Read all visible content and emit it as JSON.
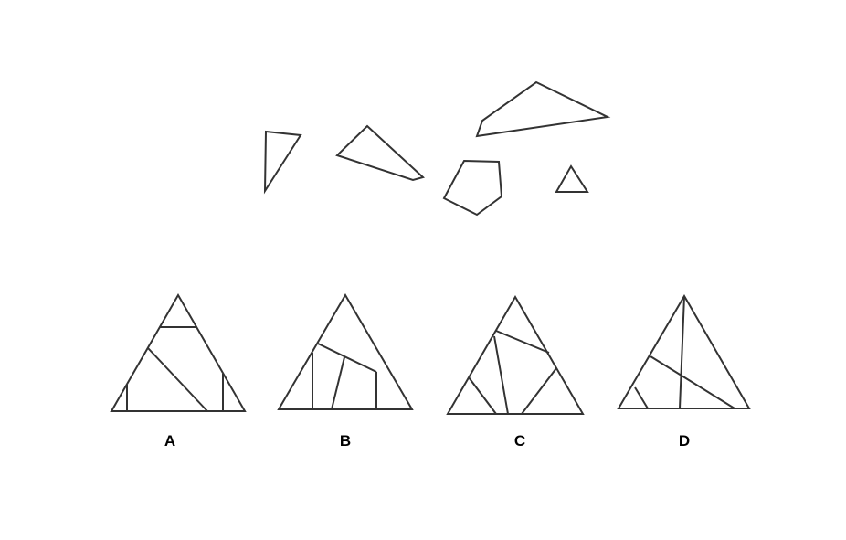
{
  "options": [
    {
      "label": "A"
    },
    {
      "label": "B"
    },
    {
      "label": "C"
    },
    {
      "label": "D"
    }
  ]
}
